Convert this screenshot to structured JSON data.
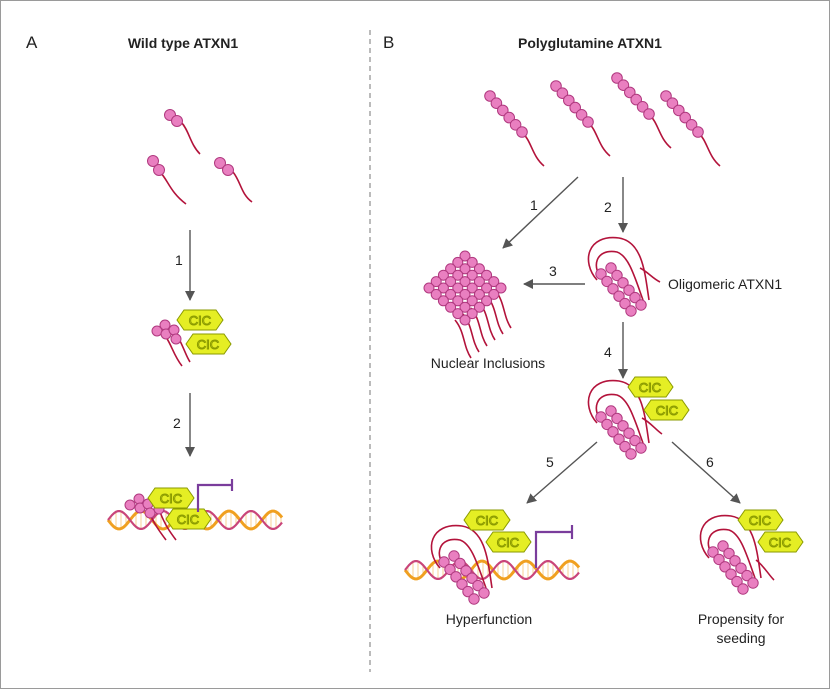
{
  "panel_a": {
    "letter": "A",
    "title": "Wild type ATXN1",
    "steps": [
      "1",
      "2"
    ]
  },
  "panel_b": {
    "letter": "B",
    "title": "Polyglutamine ATXN1",
    "steps": [
      "1",
      "2",
      "3",
      "4",
      "5",
      "6"
    ],
    "captions": {
      "inclusions": "Nuclear Inclusions",
      "oligomer": "Oligomeric ATXN1",
      "hyperfunction": "Hyperfunction",
      "seeding_line1": "Propensity for",
      "seeding_line2": "seeding"
    }
  },
  "cic_label": "CIC",
  "colors": {
    "bead_fill": "#e97fc0",
    "bead_stroke": "#b0397f",
    "tail": "#b3133b",
    "cic_fill": "#e5ee24",
    "cic_stroke": "#8a9a00",
    "promoter": "#7a3d9c",
    "dna_a": "#f0a020",
    "dna_b": "#c9457a",
    "arrow": "#555555"
  }
}
